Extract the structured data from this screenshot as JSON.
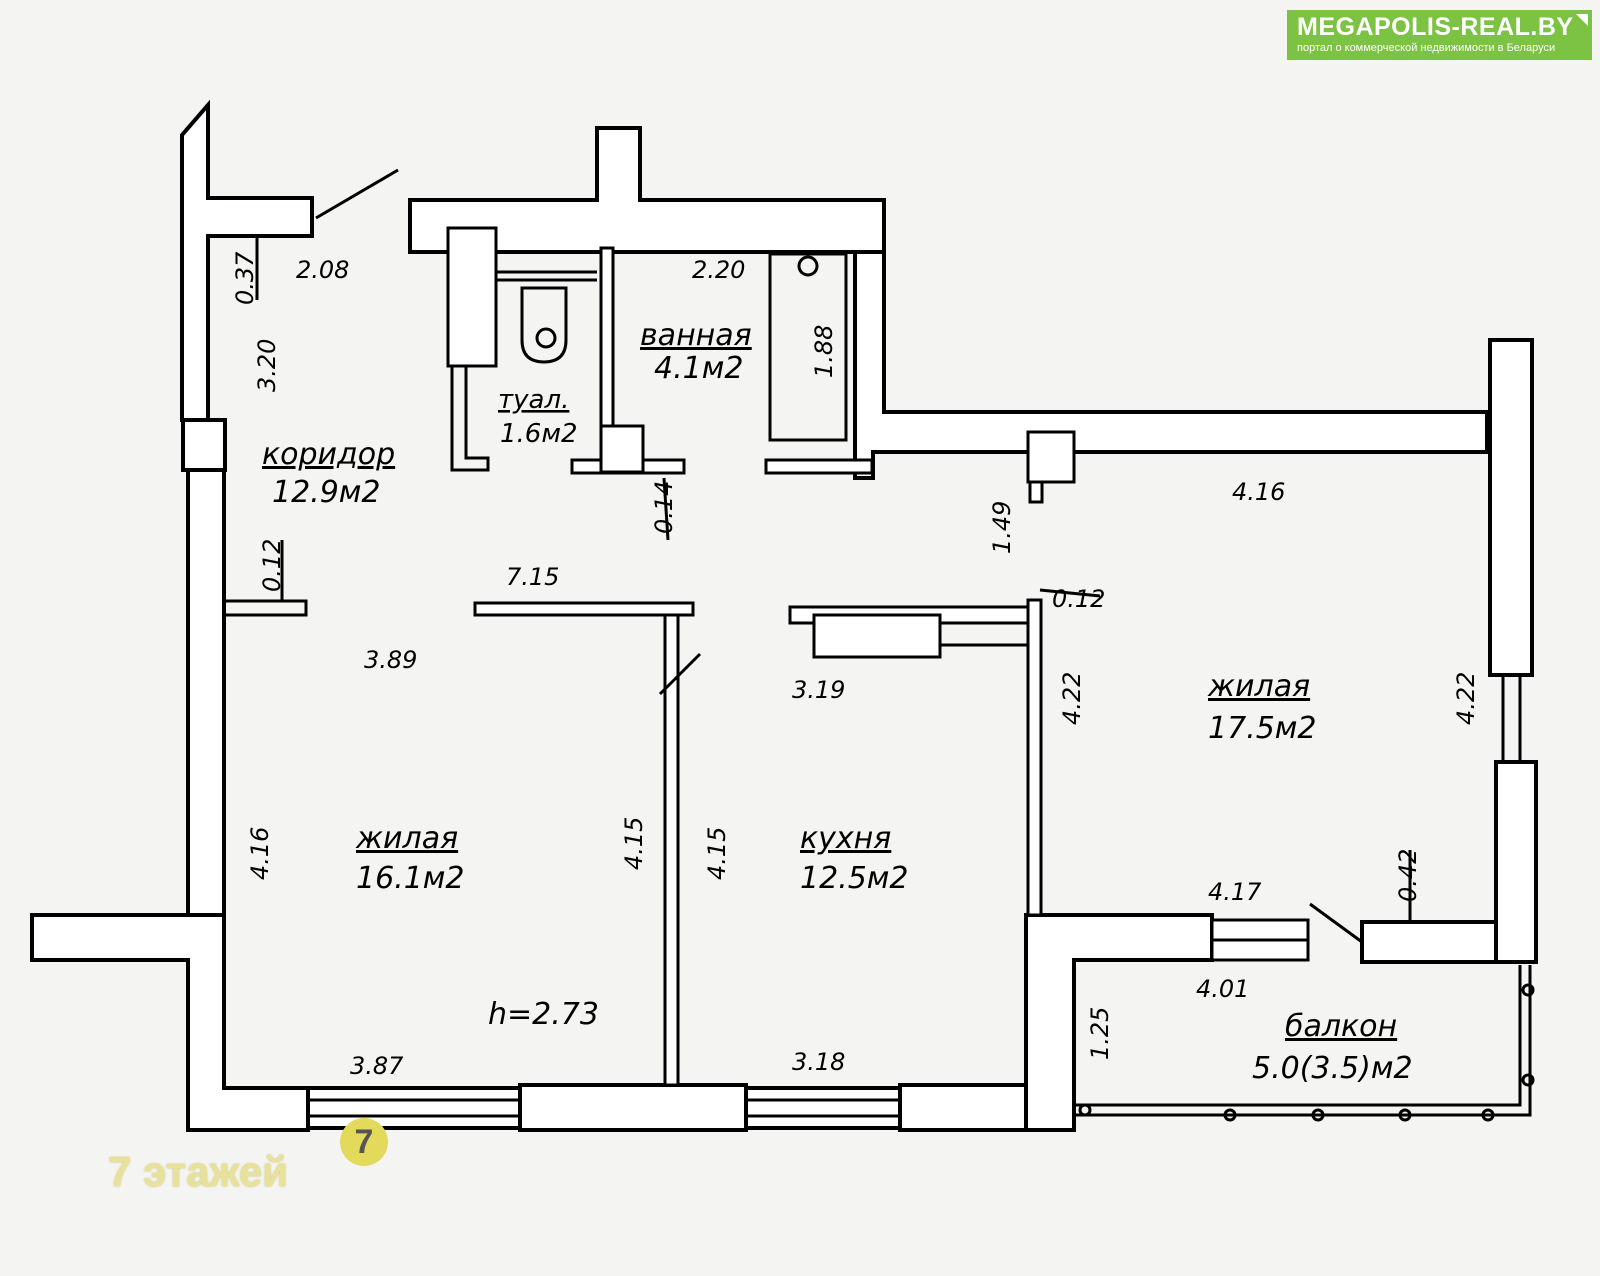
{
  "brand": {
    "name": "MEGAPOLIS-REAL.BY",
    "tagline": "портал о коммерческой недвижимости в Беларуси",
    "color": "#7cc243"
  },
  "watermark": {
    "floors_text": "7 этажей",
    "logo_glyph": "7",
    "color": "#e3d95a"
  },
  "plan": {
    "ceiling_height": "h=2.73",
    "rooms": {
      "corridor": {
        "name": "коридор",
        "area": "12.9м2"
      },
      "bathroom": {
        "name": "ванная",
        "area": "4.1м2"
      },
      "toilet": {
        "name": "туал.",
        "area": "1.6м2"
      },
      "living_left": {
        "name": "жилая",
        "area": "16.1м2"
      },
      "kitchen": {
        "name": "кухня",
        "area": "12.5м2"
      },
      "living_right": {
        "name": "жилая",
        "area": "17.5м2"
      },
      "balcony": {
        "name": "балкон",
        "area": "5.0(3.5)м2"
      }
    },
    "dimensions": {
      "d_208": "2.08",
      "d_037": "0.37",
      "d_320": "3.20",
      "d_220": "2.20",
      "d_188": "1.88",
      "d_014": "0.14",
      "d_012_left": "0.12",
      "d_715": "7.15",
      "d_149": "1.49",
      "d_416_top": "4.16",
      "d_012_right": "0.12",
      "d_389": "3.89",
      "d_319": "3.19",
      "d_422_mid": "4.22",
      "d_422_right": "4.22",
      "d_416_left": "4.16",
      "d_415_a": "4.15",
      "d_415_b": "4.15",
      "d_417": "4.17",
      "d_042": "0.42",
      "d_401": "4.01",
      "d_125": "1.25",
      "d_387": "3.87",
      "d_318": "3.18"
    }
  }
}
